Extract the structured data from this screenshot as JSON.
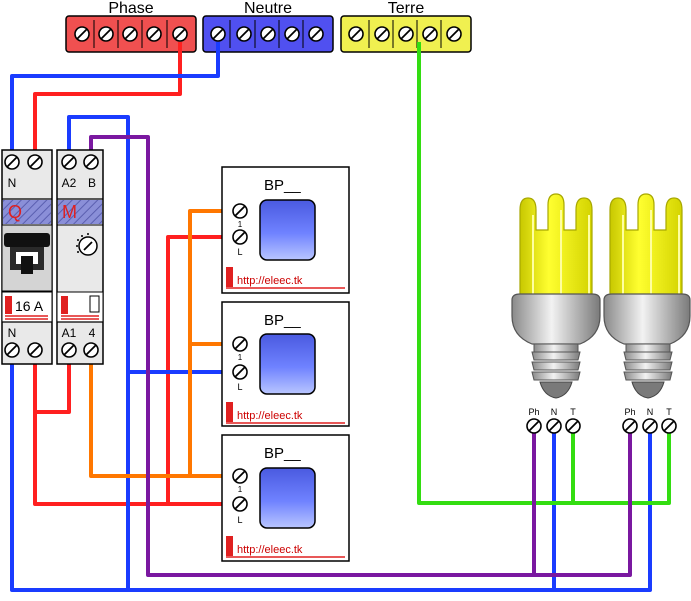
{
  "terminal_blocks": {
    "phase": {
      "label": "Phase",
      "color": "#f05050"
    },
    "neutre": {
      "label": "Neutre",
      "color": "#5050f0"
    },
    "terre": {
      "label": "Terre",
      "color": "#f0f050"
    }
  },
  "breaker": {
    "top_label": "N",
    "letter": "Q",
    "rating": "16 A",
    "bottom_label": "N"
  },
  "relay": {
    "top_left": "A2",
    "top_right": "B",
    "letter": "M",
    "bottom_left": "A1",
    "bottom_right": "4"
  },
  "push_buttons": [
    {
      "title": "BP__",
      "terminal_1": "1",
      "terminal_l": "L",
      "url": "http://eleec.tk"
    },
    {
      "title": "BP__",
      "terminal_1": "1",
      "terminal_l": "L",
      "url": "http://eleec.tk"
    },
    {
      "title": "BP__",
      "terminal_1": "1",
      "terminal_l": "L",
      "url": "http://eleec.tk"
    }
  ],
  "lamps": [
    {
      "ph": "Ph",
      "n": "N",
      "t": "T"
    },
    {
      "ph": "Ph",
      "n": "N",
      "t": "T"
    }
  ],
  "wire_colors": {
    "phase": "#ff2020",
    "neutral": "#1a3cff",
    "earth": "#33dd11",
    "command": "#ff7700",
    "switched": "#7a18a0"
  },
  "icons": [
    "screw-terminal-icon",
    "breaker-toggle-icon",
    "timer-dial-icon",
    "push-button-icon",
    "cfl-bulb-icon"
  ]
}
